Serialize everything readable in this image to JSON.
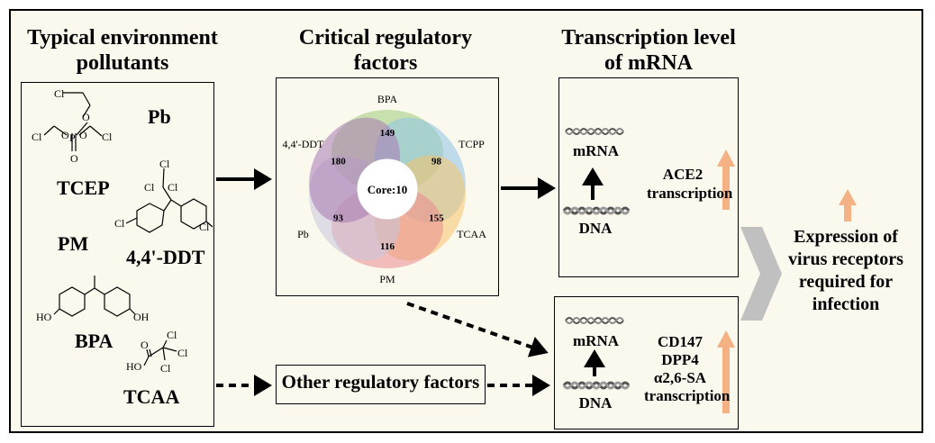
{
  "headings": {
    "pollutants_line1": "Typical environment",
    "pollutants_line2": "pollutants",
    "factors_line1": "Critical regulatory",
    "factors_line2": "factors",
    "transcription_line1": "Transcription level",
    "transcription_line2": "of mRNA"
  },
  "pollutants": {
    "pb": "Pb",
    "tcep": "TCEP",
    "pm": "PM",
    "ddt": "4,4'-DDT",
    "bpa": "BPA",
    "tcaa": "TCAA"
  },
  "structures": {
    "cl": "Cl",
    "o": "O",
    "p": "P",
    "ho": "HO",
    "oh": "OH"
  },
  "venn": {
    "core_label": "Core:10",
    "petals": [
      {
        "label": "BPA",
        "value": 149,
        "color": "#9ccc7a"
      },
      {
        "label": "TCPP",
        "value": 98,
        "color": "#8ec2e6"
      },
      {
        "label": "TCAA",
        "value": 155,
        "color": "#f6c26a"
      },
      {
        "label": "PM",
        "value": 116,
        "color": "#e98a90"
      },
      {
        "label": "Pb",
        "value": 93,
        "color": "#c7c4dc"
      },
      {
        "label": "4,4'-DDT",
        "value": 180,
        "color": "#a878b2"
      }
    ]
  },
  "other_factors": "Other regulatory factors",
  "box_top": {
    "mrna": "mRNA",
    "dna": "DNA",
    "gene_line1": "ACE2",
    "gene_line2": "transcription"
  },
  "box_bottom": {
    "mrna": "mRNA",
    "dna": "DNA",
    "gene_line1": "CD147",
    "gene_line2": "DPP4",
    "gene_line3": "α2,6-SA",
    "gene_line4": "transcription"
  },
  "outcome": {
    "line1": "Expression of",
    "line2": "virus receptors",
    "line3": "required for",
    "line4": "infection"
  },
  "colors": {
    "background": "#fbf8ee",
    "up_arrow": "#f4b183",
    "chevron": "#c0c0c0"
  }
}
